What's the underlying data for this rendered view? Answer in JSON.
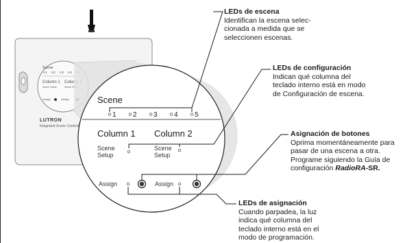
{
  "device": {
    "brand": "LUTRON",
    "model": "Integrated Scene Controller",
    "small_scene_label": "Scene",
    "small_scene_numbers": [
      "1",
      "2",
      "3",
      "4",
      "5"
    ],
    "small_column1": "Column 1",
    "small_column2": "Column 2",
    "small_scene_setup": "Scene Setup",
    "small_assign": "Assign"
  },
  "zoom": {
    "scene_label": "Scene",
    "scene_numbers": [
      "1",
      "2",
      "3",
      "4",
      "5"
    ],
    "column1": "Column 1",
    "column2": "Column 2",
    "scene_setup_line1": "Scene",
    "scene_setup_line2": "Setup",
    "assign": "Assign"
  },
  "callouts": [
    {
      "id": "leds-escena",
      "title": "LEDs de escena",
      "desc": "Identifican la escena selec-\ncionada a medida que se\nseleccionen escenas."
    },
    {
      "id": "leds-configuracion",
      "title": "LEDs de configuración",
      "desc": "Indican qué columna del\nteclado interno está en modo\nde Configuración de escena."
    },
    {
      "id": "asignacion-botones",
      "title": "Asignación de botones",
      "desc_pre": "Oprima momentáneamente para\npasar de una escena a otra.\nPrograme siguiendo la Guía de\nconfiguración ",
      "desc_brand": "RadioRA",
      "desc_post": "-SR."
    },
    {
      "id": "leds-asignacion",
      "title": "LEDs de asignación",
      "desc": "Cuando parpadea, la luz\nindica qué columna del\nteclado interno está en el\nmodo de programación."
    }
  ]
}
